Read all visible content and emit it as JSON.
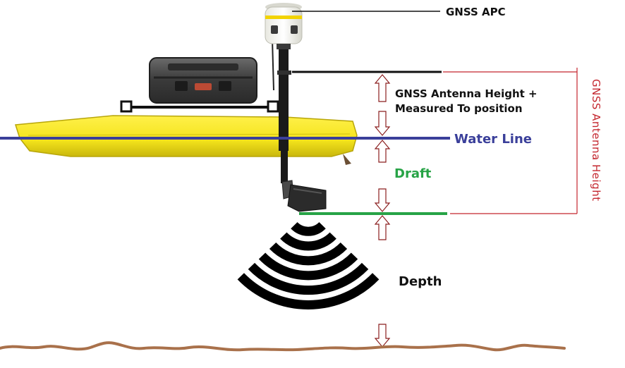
{
  "labels": {
    "gnss_apc": "GNSS APC",
    "antenna_height_line1": "GNSS Antenna Height +",
    "antenna_height_line2": "Measured To position",
    "water_line": "Water Line",
    "draft": "Draft",
    "depth": "Depth",
    "gnss_antenna_height": "GNSS Antenna Height"
  },
  "colors": {
    "water_line": "#3a3f9a",
    "draft": "#27a346",
    "gnss_antenna_height": "#c4262e",
    "hull": "#f4e41c",
    "seabed": "#a9714b",
    "arrow_outline": "#8b1e1e",
    "sonar": "#000000"
  },
  "icons": {
    "gnss_receiver": "gnss-receiver-icon",
    "equipment_case": "equipment-case-icon",
    "transducer": "transducer-icon"
  }
}
